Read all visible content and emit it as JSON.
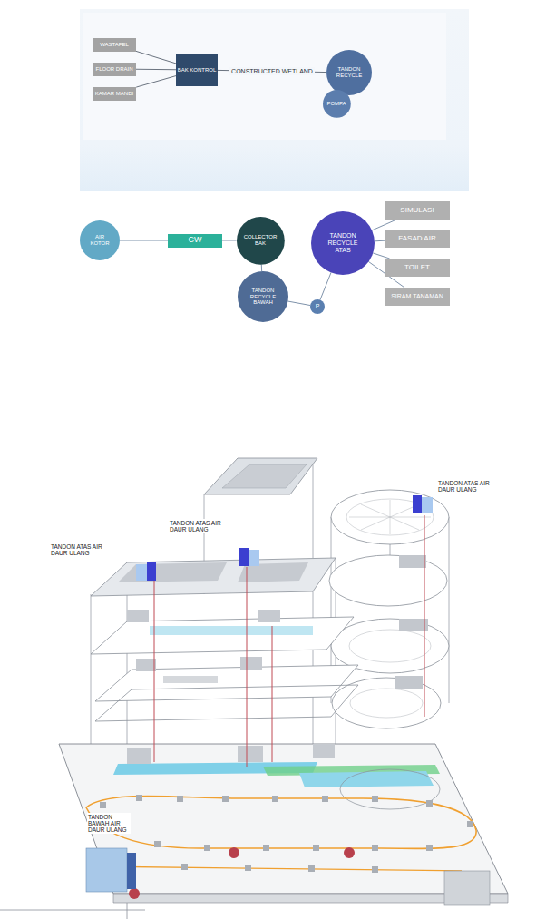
{
  "diagram": {
    "nodes": [
      {
        "text": [
          "WASTAFEL"
        ]
      },
      {
        "text": [
          "FLOOR DRAIN"
        ]
      },
      {
        "text": [
          "KAMAR MANDI"
        ]
      },
      {
        "text": [
          "BAK KONTROL"
        ]
      },
      {
        "text": [
          "TANDON RECYCLE"
        ]
      },
      {
        "text": [
          "POMPA"
        ]
      },
      {
        "text": [
          "AIR KOTOR"
        ]
      },
      {
        "text": [
          "CW"
        ]
      },
      {
        "text": [
          "COLLECTOR BAK"
        ]
      },
      {
        "text": [
          "TANDON RECYCLE ATAS"
        ]
      },
      {
        "text": [
          "SIMULASI"
        ]
      },
      {
        "text": [
          "FASAD AIR"
        ]
      },
      {
        "text": [
          "TOILET"
        ]
      },
      {
        "text": [
          "SIRAM TANAMAN"
        ]
      },
      {
        "text": [
          "TANDON RECYCLE BAWAH"
        ]
      },
      {
        "text": [
          "P"
        ]
      }
    ],
    "edges": [
      {
        "from": 0,
        "to": 3,
        "arrow": "none"
      },
      {
        "from": 1,
        "to": 3,
        "arrow": "none"
      },
      {
        "from": 2,
        "to": 3,
        "arrow": "none"
      },
      {
        "from": 3,
        "to": 4,
        "label": "CONSTRUCTED WETLAND",
        "arrow": "none"
      },
      {
        "from": 4,
        "to": 5,
        "arrow": "none"
      },
      {
        "from": 6,
        "to": 7,
        "arrow": "none"
      },
      {
        "from": 7,
        "to": 8,
        "arrow": "none"
      },
      {
        "from": 8,
        "to": 14,
        "arrow": "none"
      },
      {
        "from": 14,
        "to": 15,
        "arrow": "none"
      },
      {
        "from": 15,
        "to": 9,
        "arrow": "none"
      },
      {
        "from": 9,
        "to": 10,
        "arrow": "none"
      },
      {
        "from": 9,
        "to": 11,
        "arrow": "none"
      },
      {
        "from": 9,
        "to": 12,
        "arrow": "none"
      },
      {
        "from": 9,
        "to": 13,
        "arrow": "none"
      }
    ],
    "labels": [
      "TANDON ATAS AIR DAUR ULANG",
      "TANDON ATAS AIR DAUR ULANG",
      "TANDON ATAS AIR DAUR ULANG",
      "TANDON BAWAH AIR DAUR ULANG"
    ]
  }
}
